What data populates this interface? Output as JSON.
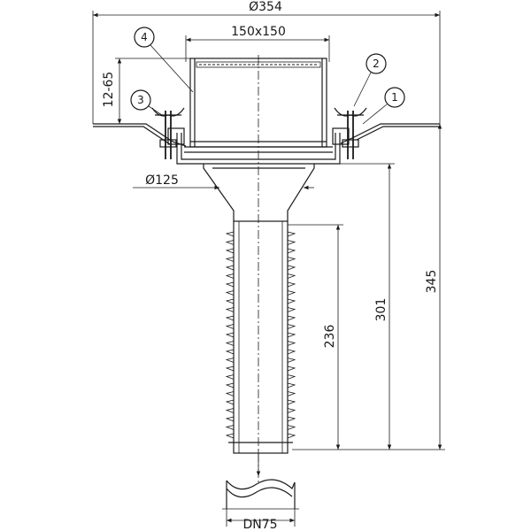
{
  "dimensions": {
    "overall_diameter": "Ø354",
    "grate_size": "150x150",
    "height_range": "12-65",
    "body_diameter": "Ø125",
    "pipe_length": "236",
    "total_height_a": "301",
    "total_height_b": "345",
    "outlet": "DN75"
  },
  "balloons": [
    "1",
    "2",
    "3",
    "4"
  ],
  "colors": {
    "line": "#1a1a1a",
    "background": "#ffffff"
  }
}
